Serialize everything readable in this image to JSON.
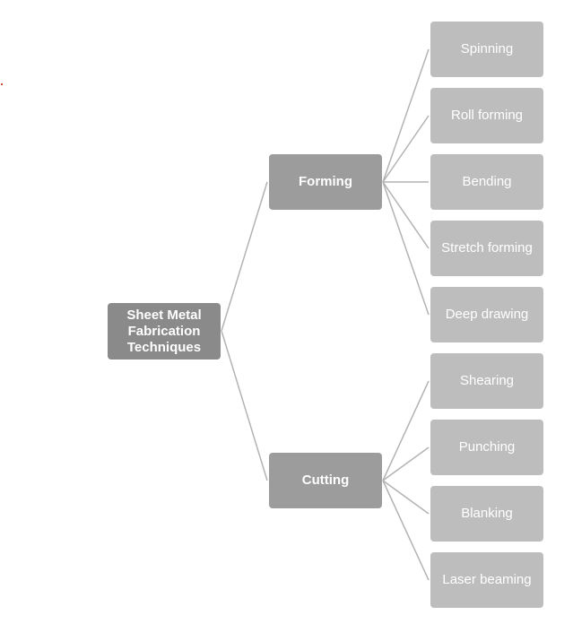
{
  "root": {
    "label_lines": [
      "Sheet Metal",
      "Fabrication",
      "Techniques"
    ]
  },
  "branches": [
    {
      "label": "Forming",
      "children": [
        "Spinning",
        "Roll forming",
        "Bending",
        "Stretch forming",
        "Deep drawing"
      ]
    },
    {
      "label": "Cutting",
      "children": [
        "Shearing",
        "Punching",
        "Blanking",
        "Laser beaming"
      ]
    }
  ],
  "colors": {
    "root_fill": "#8a8a8a",
    "branch_fill": "#9c9c9c",
    "leaf_fill": "#bdbdbd",
    "connector": "#b3b3b3",
    "text": "#ffffff"
  }
}
